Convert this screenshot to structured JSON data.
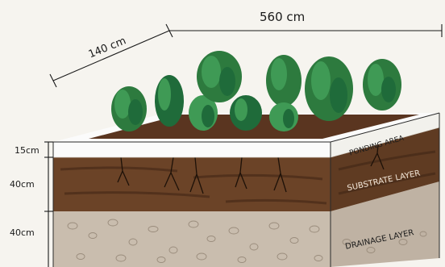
{
  "dimensions": {
    "length": "560 cm",
    "width": "140 cm",
    "ponding_depth": "15cm",
    "substrate_depth": "40cm",
    "drainage_depth": "40cm"
  },
  "layers": {
    "ponding": "PONDING AREA",
    "substrate": "SUBSTRATE LAYER",
    "drainage": "DRAINAGE LAYER"
  },
  "colors": {
    "background": "#f6f4ef",
    "plant_dark": "#1f6b3a",
    "plant_light": "#3f9a55",
    "soil": "#5a3520",
    "substrate": "#6b4327",
    "drainage": "#c9bdae",
    "ponding_rim": "#fbfbfb"
  }
}
